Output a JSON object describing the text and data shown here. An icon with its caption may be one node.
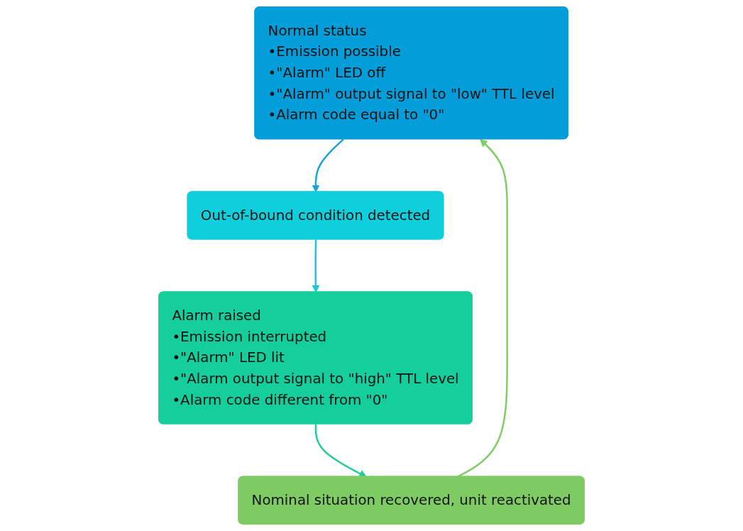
{
  "diagram": {
    "nodes": [
      {
        "text": [
          "Normal status",
          "•Emission possible",
          "•\"Alarm\" LED off",
          "•\"Alarm\" output signal to \"low\" TTL level",
          "•Alarm code equal to \"0\""
        ]
      },
      {
        "text": [
          "Out-of-bound condition detected"
        ]
      },
      {
        "text": [
          "Alarm raised",
          "•Emission interrupted",
          "•\"Alarm\" LED lit",
          "•\"Alarm output signal to \"high\" TTL level",
          "•Alarm code different from \"0\""
        ]
      },
      {
        "text": [
          "Nominal situation recovered, unit reactivated"
        ]
      }
    ],
    "edges": [
      {
        "from": 0,
        "to": 1,
        "arrow": "to",
        "color": "#1aa3d9"
      },
      {
        "from": 1,
        "to": 2,
        "arrow": "to",
        "color": "#17c8d8"
      },
      {
        "from": 2,
        "to": 3,
        "arrow": "to",
        "color": "#22cc9a"
      },
      {
        "from": 3,
        "to": 0,
        "arrow": "to",
        "color": "#7fcd66"
      }
    ]
  }
}
